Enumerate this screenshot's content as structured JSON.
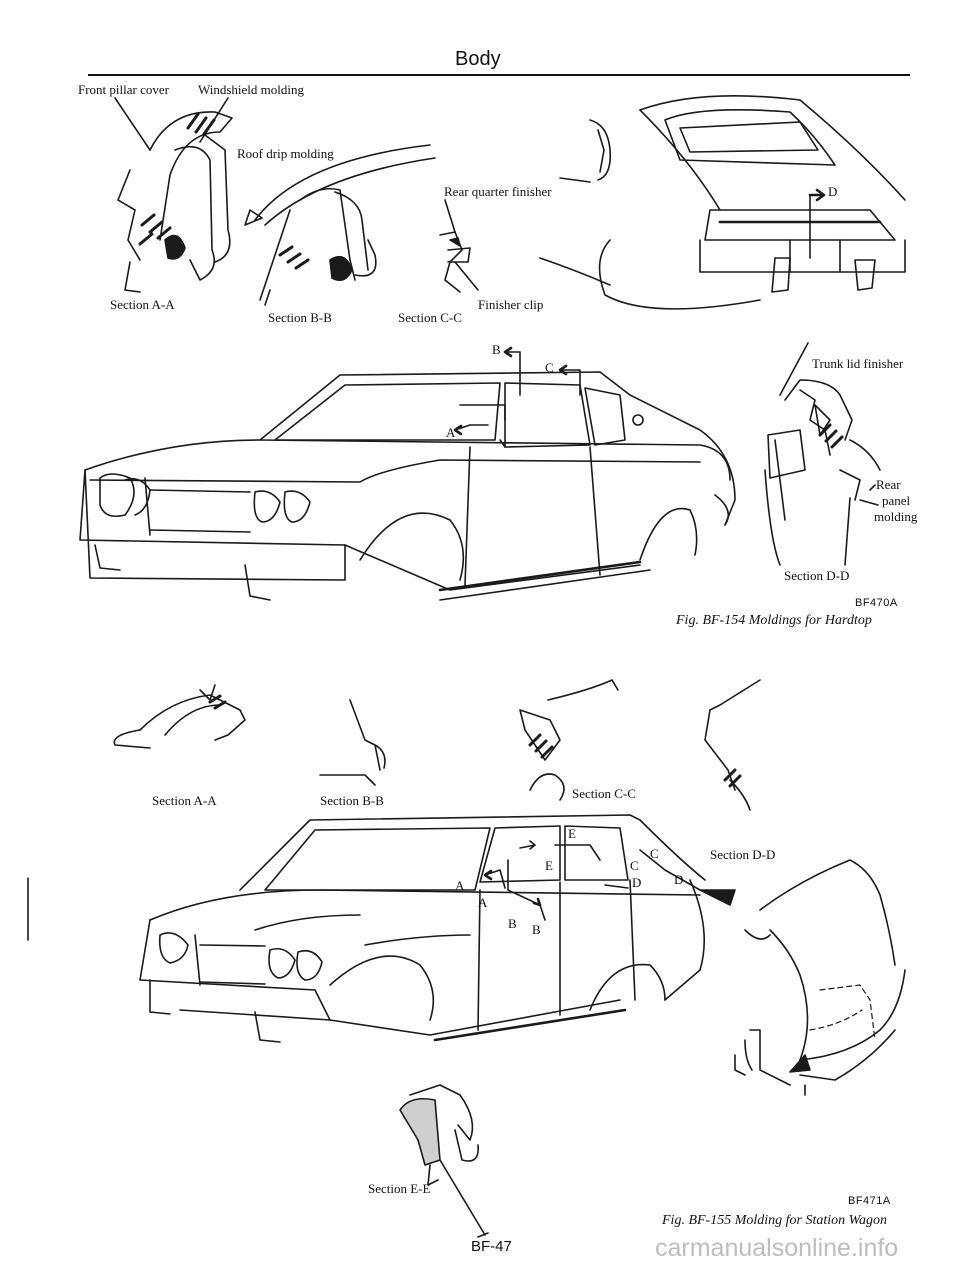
{
  "header": {
    "title": "Body"
  },
  "fig154": {
    "labels": {
      "front_pillar_cover": "Front pillar cover",
      "windshield_molding": "Windshield molding",
      "roof_drip_molding": "Roof drip molding",
      "rear_quarter_finisher": "Rear quarter finisher",
      "finisher_clip": "Finisher clip",
      "section_aa": "Section A-A",
      "section_bb": "Section B-B",
      "section_cc": "Section C-C",
      "trunk_lid_finisher": "Trunk lid finisher",
      "rear_panel_molding_1": "Rear",
      "rear_panel_molding_2": "panel",
      "rear_panel_molding_3": "molding",
      "section_dd": "Section D-D",
      "marker_a": "A",
      "marker_b": "B",
      "marker_c": "C",
      "marker_d": "D"
    },
    "code": "BF470A",
    "caption": "Fig. BF-154  Moldings for Hardtop"
  },
  "fig155": {
    "labels": {
      "section_aa": "Section A-A",
      "section_bb": "Section B-B",
      "section_cc": "Section C-C",
      "section_dd": "Section D-D",
      "section_ee": "Section E-E",
      "marker_a": "A",
      "marker_a2": "A",
      "marker_b": "B",
      "marker_b2": "B",
      "marker_c": "C",
      "marker_c2": "C",
      "marker_d": "D",
      "marker_d2": "D",
      "marker_e": "E",
      "marker_e2": "E"
    },
    "code": "BF471A",
    "caption": "Fig. BF-155  Molding for Station Wagon"
  },
  "footer": {
    "page_number": "BF-47",
    "watermark": "carmanualsonline.info"
  }
}
